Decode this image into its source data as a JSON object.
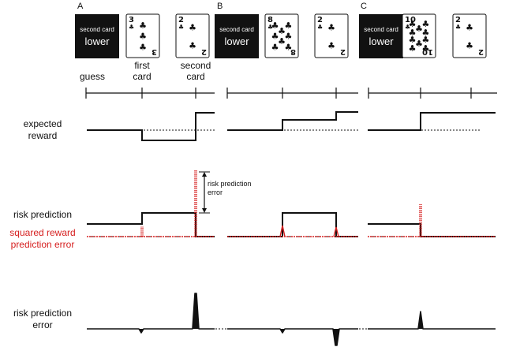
{
  "panels": [
    {
      "letter": "A",
      "guess_box": {
        "line1": "second card",
        "line2": "lower"
      },
      "cards": [
        {
          "rank": "3",
          "suit_icon": "club-icon"
        },
        {
          "rank": "2",
          "suit_icon": "club-icon"
        }
      ]
    },
    {
      "letter": "B",
      "guess_box": {
        "line1": "second card",
        "line2": "lower"
      },
      "cards": [
        {
          "rank": "8",
          "suit_icon": "club-icon"
        },
        {
          "rank": "2",
          "suit_icon": "club-icon"
        }
      ]
    },
    {
      "letter": "C",
      "guess_box": {
        "line1": "second card",
        "line2": "lower"
      },
      "cards": [
        {
          "rank": "10",
          "suit_icon": "club-icon"
        },
        {
          "rank": "2",
          "suit_icon": "club-icon"
        }
      ]
    }
  ],
  "timeline": {
    "events": [
      "guess",
      "first card",
      "second card"
    ]
  },
  "rows": {
    "expected_reward": "expected reward",
    "risk_prediction": "risk prediction",
    "squared_rpe": "squared reward prediction error",
    "risk_prediction_error": "risk prediction error",
    "annotation": "risk prediction error"
  },
  "colors": {
    "signal": "#111111",
    "squared_rpe": "#d62020",
    "guess_box": "#111111"
  }
}
